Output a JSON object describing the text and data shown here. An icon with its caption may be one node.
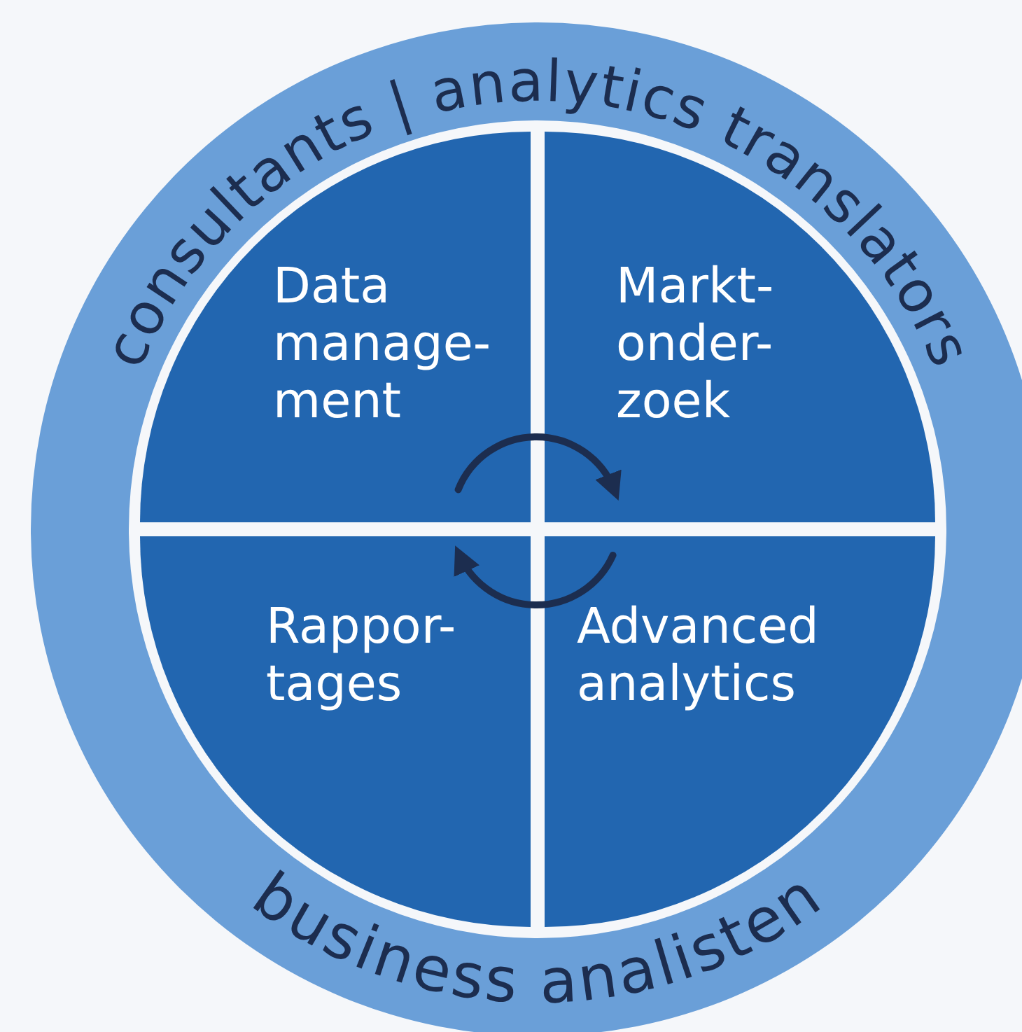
{
  "diagram": {
    "nodes": [
      {
        "text": [
          "consultants | analytics translators",
          "business analisten"
        ]
      },
      {
        "text": [
          "Data manage- ment"
        ],
        "in": 0
      },
      {
        "text": [
          "Markt- onder- zoek"
        ],
        "in": 0
      },
      {
        "text": [
          "Rappor- tages"
        ],
        "in": 0
      },
      {
        "text": [
          "Advanced analytics"
        ],
        "in": 0
      }
    ],
    "edges": [
      {
        "from": 1,
        "to": 2,
        "arrow": "to"
      },
      {
        "from": 4,
        "to": 3,
        "arrow": "to"
      }
    ]
  }
}
